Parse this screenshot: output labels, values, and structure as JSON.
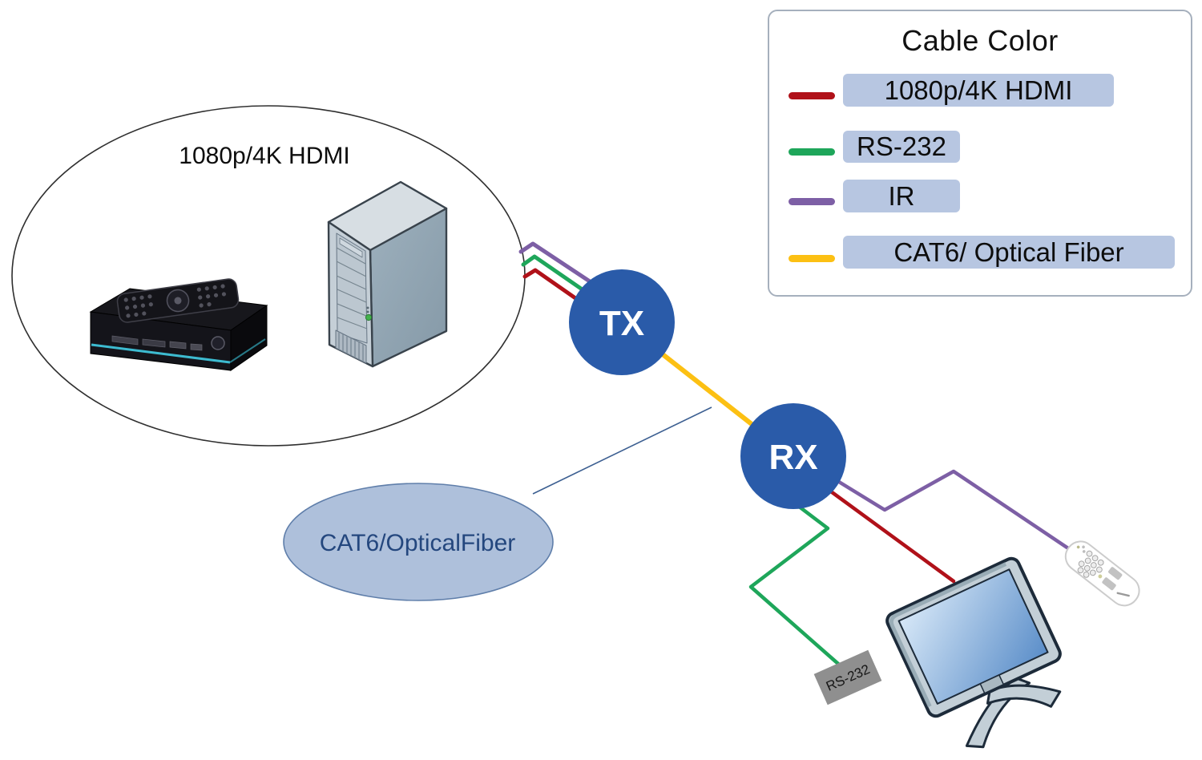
{
  "legend": {
    "title": "Cable Color",
    "items": [
      {
        "label": "1080p/4K HDMI",
        "color": "#b01119"
      },
      {
        "label": "RS-232",
        "color": "#1ea65a"
      },
      {
        "label": "IR",
        "color": "#7d5fa5"
      },
      {
        "label": "CAT6/ Optical Fiber",
        "color": "#fcc013"
      }
    ]
  },
  "nodes": {
    "transmitter": "TX",
    "receiver": "RX"
  },
  "labels": {
    "source_group": "1080p/4K HDMI",
    "cable_callout": "CAT6/OpticalFiber",
    "rs232_tag": "RS-232"
  },
  "colors": {
    "hdmi_cable": "#b01119",
    "rs232_cable": "#1ea65a",
    "ir_cable": "#7d5fa5",
    "cat6_cable": "#fcc013",
    "node_fill": "#2a5ba9",
    "node_text": "#ffffff",
    "chip_bg": "#b7c6e1",
    "callout_line": "#3c5f91",
    "rs232_tag_bg": "#8f8f8f",
    "cat6_ellipse_fill": "#aec0db",
    "cat6_ellipse_border": "#5f7eaa"
  }
}
